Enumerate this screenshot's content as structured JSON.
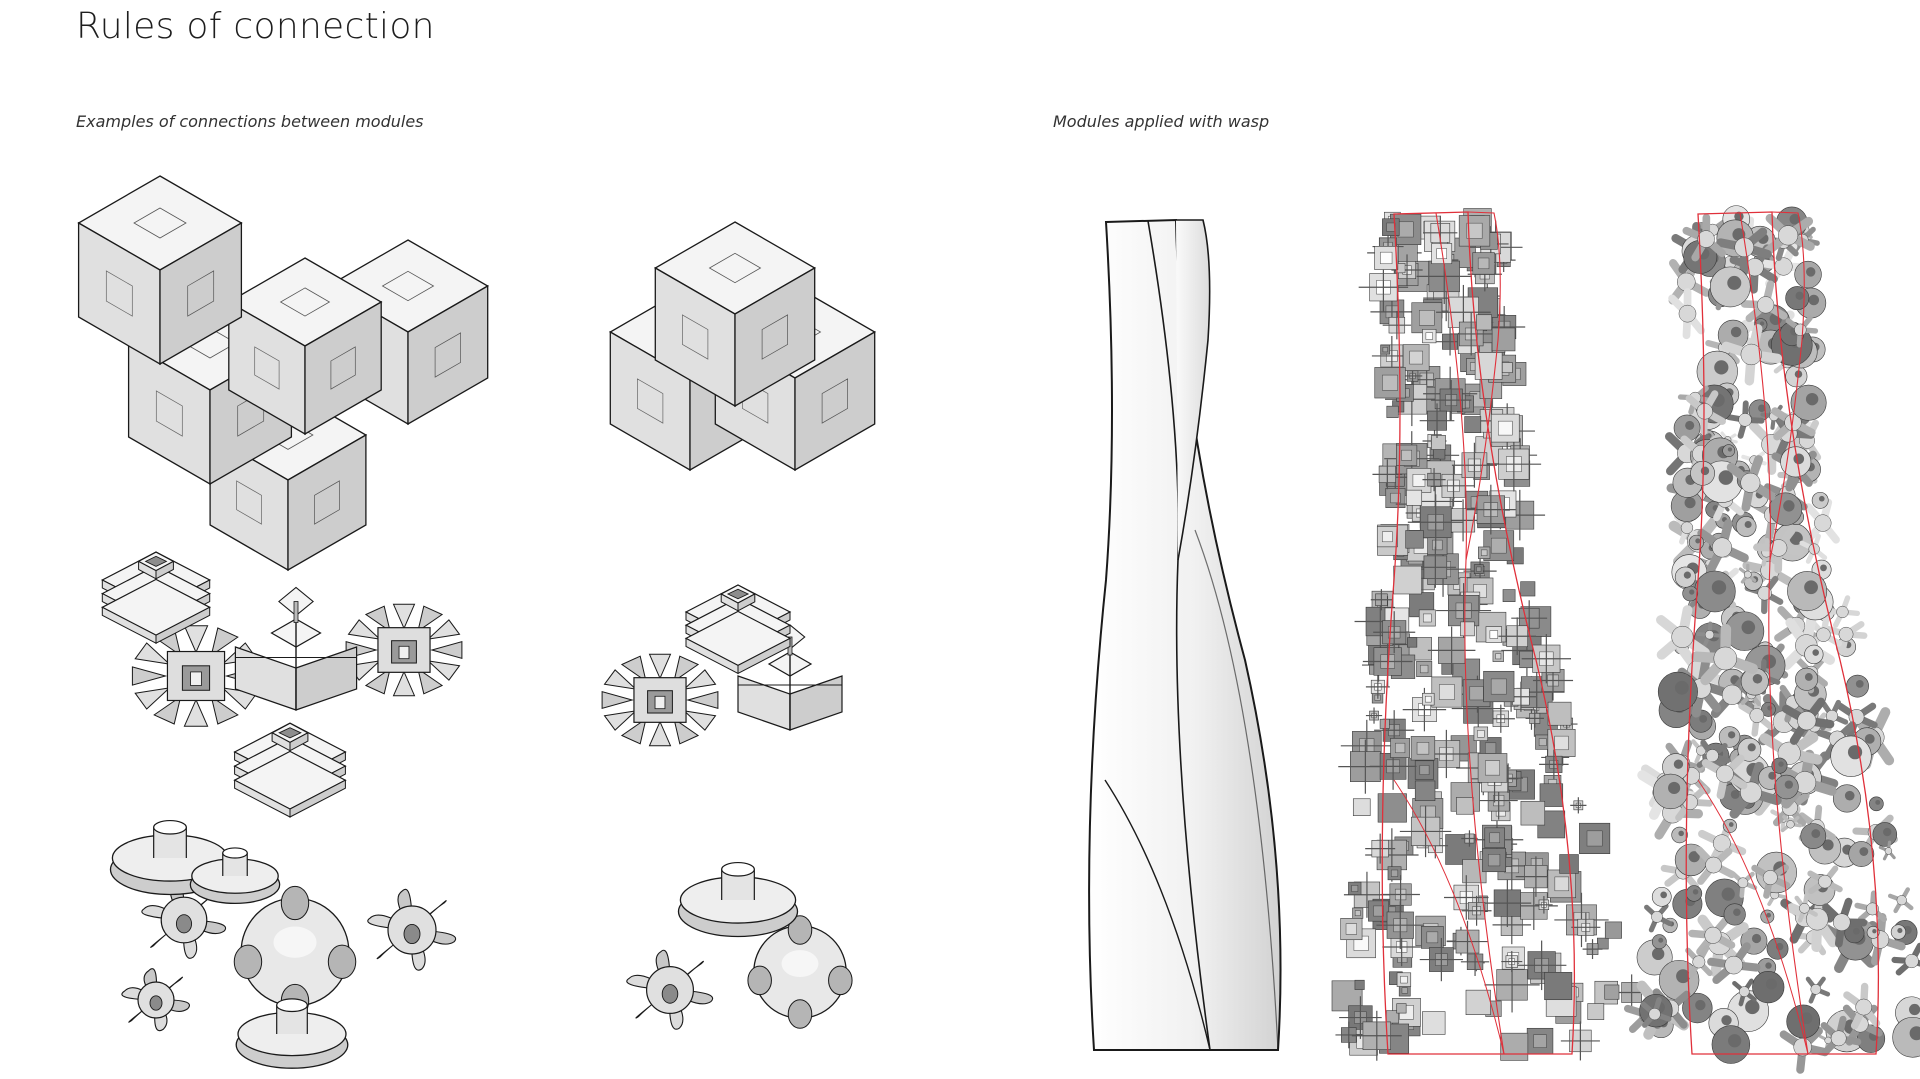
{
  "title": "Rules of connection",
  "left_section": {
    "caption": "Examples of connections between modules"
  },
  "right_section": {
    "caption": "Modules applied with wasp"
  },
  "colors": {
    "stroke": "#1a1a1a",
    "face_top": "#f4f4f4",
    "face_left": "#e0e0e0",
    "face_right": "#cdcdcd",
    "dense_fill": "#8a8a8a",
    "boundary": "#e0303a"
  },
  "modules": {
    "rows": [
      "box-modules",
      "frame-modules",
      "organic-modules"
    ],
    "columns": [
      "multi-module-aggregate",
      "pair-aggregate"
    ]
  },
  "towers": [
    "smooth-twisted-tower",
    "box-module-tower",
    "organic-module-tower"
  ]
}
